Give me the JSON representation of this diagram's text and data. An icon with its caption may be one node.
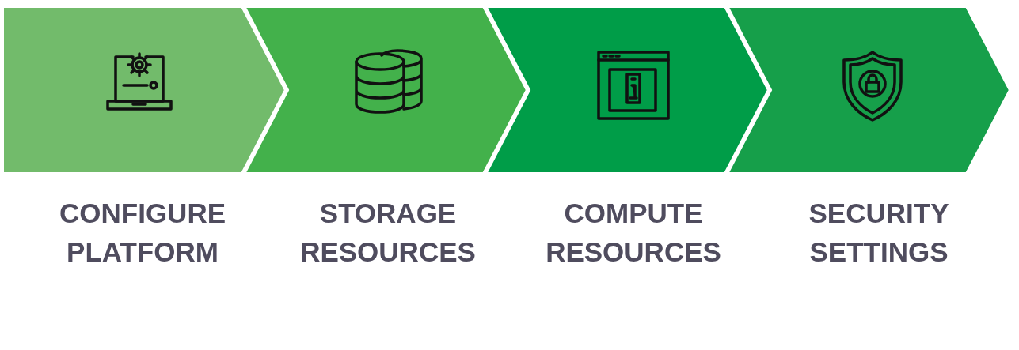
{
  "diagram": {
    "nodes": [
      {
        "text": [
          "CONFIGURE PLATFORM"
        ]
      },
      {
        "text": [
          "STORAGE RESOURCES"
        ]
      },
      {
        "text": [
          "COMPUTE RESOURCES"
        ]
      },
      {
        "text": [
          "SECURITY SETTINGS"
        ]
      }
    ]
  }
}
